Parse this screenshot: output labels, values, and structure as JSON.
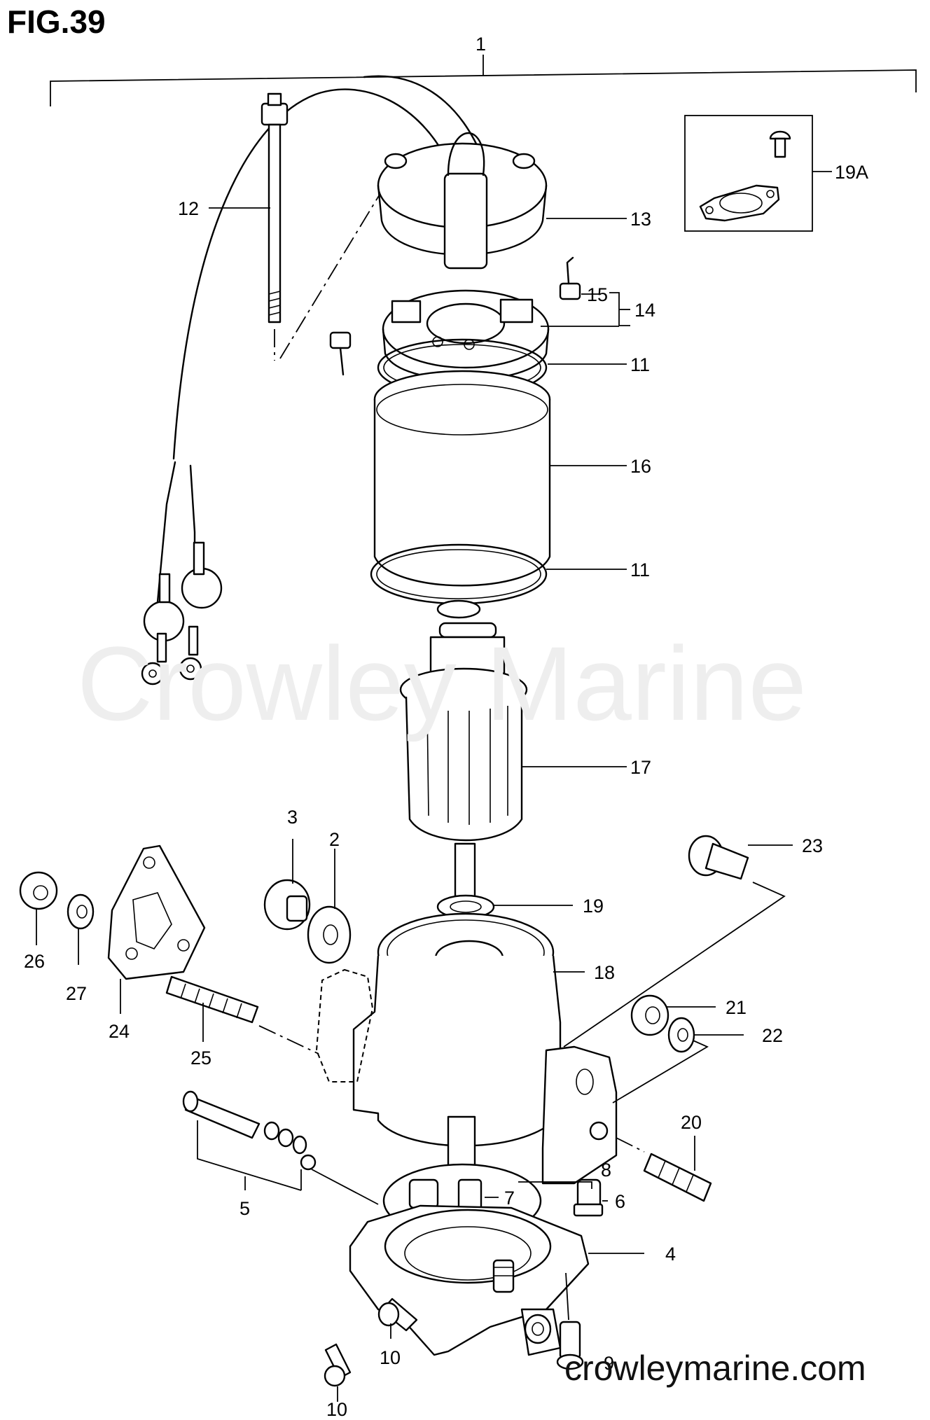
{
  "figure": {
    "title": "FIG.39",
    "watermark": "Crowley Marine",
    "site": "crowleymarine.com"
  },
  "callouts": {
    "c1": "1",
    "c12": "12",
    "c13": "13",
    "c19a": "19A",
    "c15": "15",
    "c14": "14",
    "c11a": "11",
    "c16": "16",
    "c11b": "11",
    "c17": "17",
    "c3": "3",
    "c2": "2",
    "c23": "23",
    "c19": "19",
    "c26": "26",
    "c27": "27",
    "c24": "24",
    "c18": "18",
    "c21": "21",
    "c22": "22",
    "c25": "25",
    "c20": "20",
    "c8": "8",
    "c7": "7",
    "c6": "6",
    "c5": "5",
    "c4": "4",
    "c10a": "10",
    "c10b": "10",
    "c9": "9"
  }
}
